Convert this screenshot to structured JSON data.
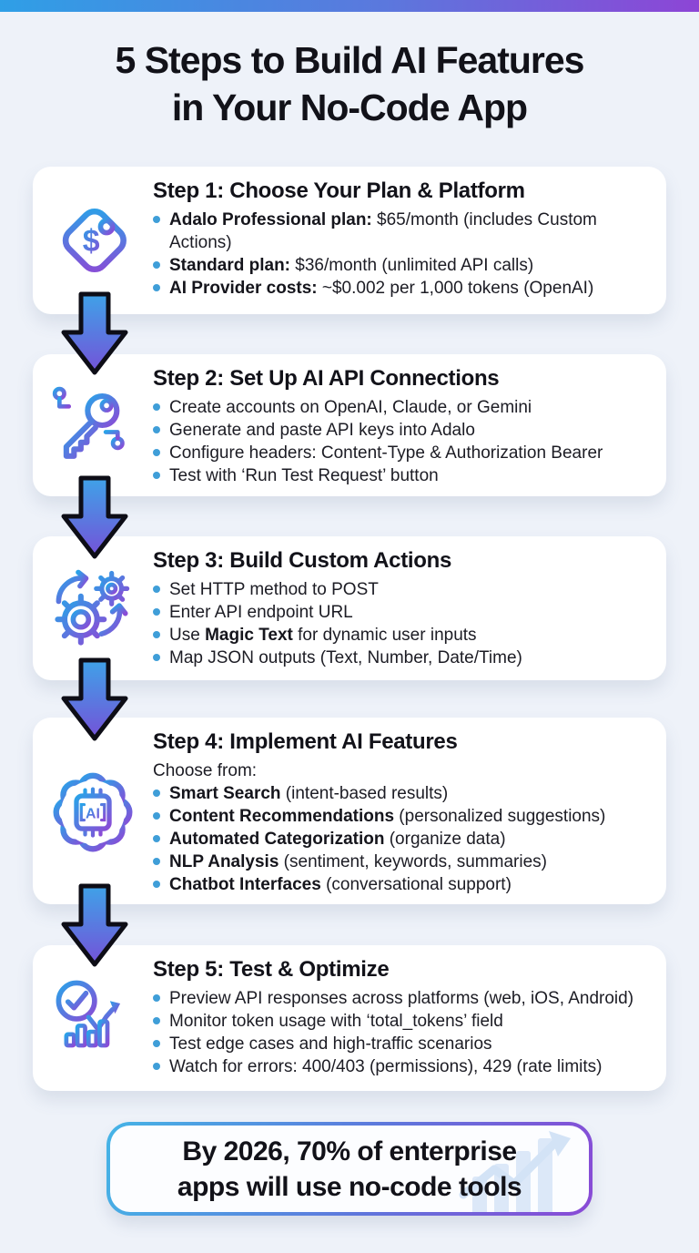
{
  "header": {
    "title_line1": "5 Steps to Build AI Features",
    "title_line2": "in Your No-Code App"
  },
  "colors": {
    "accent_blue": "#2f9fe6",
    "accent_purple": "#8d45d6",
    "bullet_dot": "#3f9ed8",
    "card_bg": "#ffffff",
    "page_bg": "#eef2f9"
  },
  "steps": [
    {
      "icon": "price-tag-icon",
      "title": "Step 1: Choose Your Plan & Platform",
      "bullets": [
        {
          "pre": "",
          "bold": "Adalo Professional plan:",
          "post": " $65/month (includes Custom Actions)"
        },
        {
          "pre": "",
          "bold": "Standard plan:",
          "post": " $36/month (unlimited API calls)"
        },
        {
          "pre": "",
          "bold": "AI Provider costs:",
          "post": " ~$0.002 per 1,000 tokens (OpenAI)"
        }
      ]
    },
    {
      "icon": "api-key-icon",
      "title": "Step 2: Set Up AI API Connections",
      "bullets": [
        {
          "pre": "Create accounts on OpenAI, Claude, or Gemini",
          "bold": "",
          "post": ""
        },
        {
          "pre": "Generate and paste API keys into Adalo",
          "bold": "",
          "post": ""
        },
        {
          "pre": "Configure headers: Content-Type & Authorization Bearer",
          "bold": "",
          "post": ""
        },
        {
          "pre": "Test with ‘Run Test Request’ button",
          "bold": "",
          "post": ""
        }
      ]
    },
    {
      "icon": "gears-automation-icon",
      "title": "Step 3: Build Custom Actions",
      "bullets": [
        {
          "pre": "Set HTTP method to POST",
          "bold": "",
          "post": ""
        },
        {
          "pre": "Enter API endpoint URL",
          "bold": "",
          "post": ""
        },
        {
          "pre": "Use ",
          "bold": "Magic Text",
          "post": " for dynamic user inputs"
        },
        {
          "pre": "Map JSON outputs (Text, Number, Date/Time)",
          "bold": "",
          "post": ""
        }
      ]
    },
    {
      "icon": "ai-brain-chip-icon",
      "title": "Step 4: Implement AI Features",
      "intro": "Choose from:",
      "bullets": [
        {
          "pre": "",
          "bold": "Smart Search",
          "post": " (intent-based results)"
        },
        {
          "pre": "",
          "bold": "Content Recommendations",
          "post": " (personalized suggestions)"
        },
        {
          "pre": "",
          "bold": "Automated Categorization",
          "post": " (organize data)"
        },
        {
          "pre": "",
          "bold": "NLP Analysis",
          "post": " (sentiment, keywords, summaries)"
        },
        {
          "pre": "",
          "bold": "Chatbot Interfaces",
          "post": " (conversational support)"
        }
      ]
    },
    {
      "icon": "test-analytics-icon",
      "title": "Step 5: Test & Optimize",
      "bullets": [
        {
          "pre": "Preview API responses across platforms (web, iOS, Android)",
          "bold": "",
          "post": ""
        },
        {
          "pre": "Monitor token usage with ‘total_tokens’ field",
          "bold": "",
          "post": ""
        },
        {
          "pre": "Test edge cases and high-traffic scenarios",
          "bold": "",
          "post": ""
        },
        {
          "pre": "Watch for errors: 400/403 (permissions), 429 (rate limits)",
          "bold": "",
          "post": ""
        }
      ]
    }
  ],
  "callout": {
    "line1": "By 2026, 70% of enterprise",
    "line2": "apps will use no-code tools"
  }
}
